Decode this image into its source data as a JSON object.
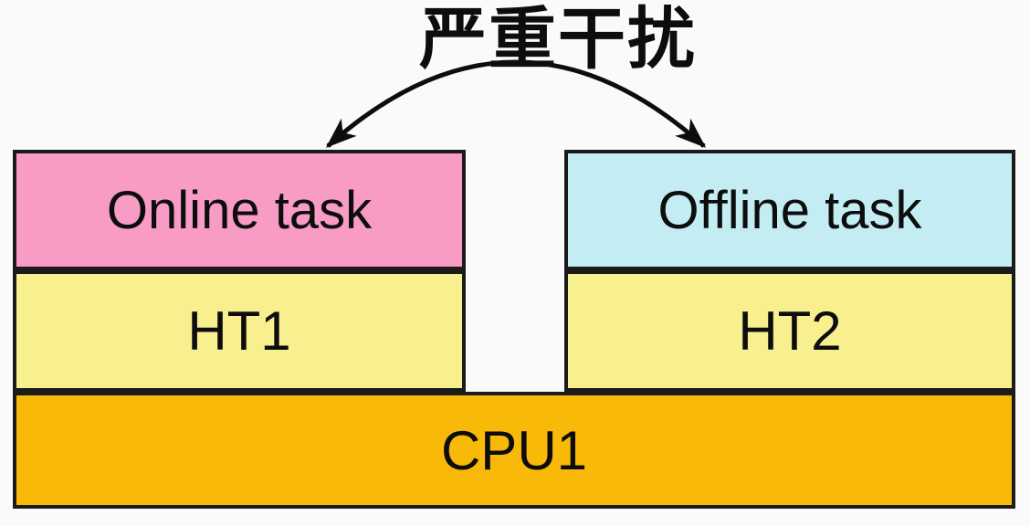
{
  "title": {
    "label": "严重干扰"
  },
  "boxes": {
    "online_task": {
      "label": "Online task",
      "color": "#f89bc5"
    },
    "offline_task": {
      "label": "Offline task",
      "color": "#c4edf3"
    },
    "ht1": {
      "label": "HT1",
      "color": "#f8f08e"
    },
    "ht2": {
      "label": "HT2",
      "color": "#f8f08e"
    },
    "cpu1": {
      "label": "CPU1",
      "color": "#f9b908"
    }
  },
  "arrow": {
    "type": "double-headed-curved-arrow",
    "meaning": "interference between the two hyperthreads",
    "color": "#0d0d0d"
  },
  "border_color": "#1b1b1b",
  "background_color": "#fafafb"
}
